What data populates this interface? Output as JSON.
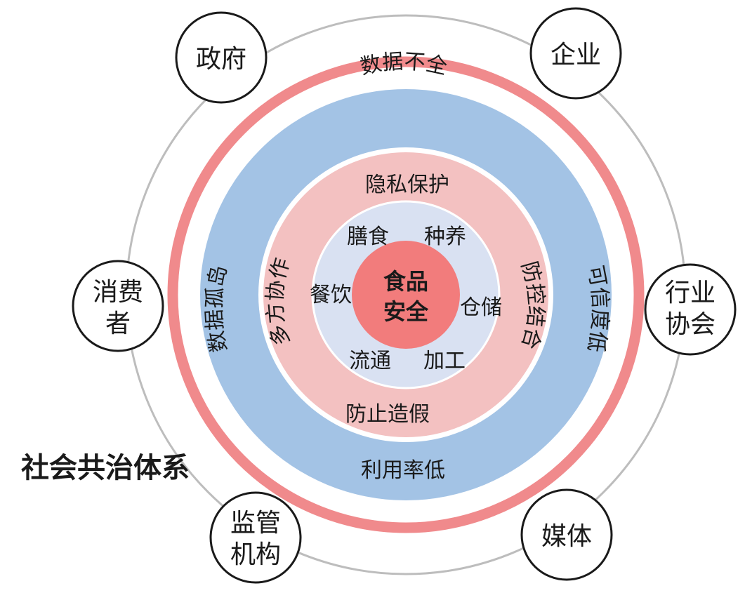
{
  "diagram": {
    "center": {
      "line1": "食品",
      "line2": "安全",
      "color": "#1f2a6b",
      "fill": "#f27c7c"
    },
    "inner_ring": {
      "fill": "#d9e1f2",
      "items": [
        "膳食",
        "种养",
        "餐饮",
        "仓储",
        "流通",
        "加工"
      ]
    },
    "pink_ring": {
      "fill": "#f3c1c1",
      "top": "隐私保护",
      "left": "多方协作",
      "right": "防控结合",
      "bottom": "防止造假"
    },
    "blue_ring": {
      "fill": "#a3c3e5",
      "top": "数据不全",
      "left": "数据孤岛",
      "right": "可信度低",
      "bottom": "利用率低"
    },
    "red_band_color": "#f08a8c",
    "system_label": {
      "text": "社会共治体系",
      "color": "#e81818"
    },
    "stakeholders": [
      {
        "id": "government",
        "line1": "政府",
        "line2": ""
      },
      {
        "id": "enterprise",
        "line1": "企业",
        "line2": ""
      },
      {
        "id": "consumer",
        "line1": "消费",
        "line2": "者"
      },
      {
        "id": "industry-association",
        "line1": "行业",
        "line2": "协会"
      },
      {
        "id": "regulator",
        "line1": "监管",
        "line2": "机构"
      },
      {
        "id": "media",
        "line1": "媒体",
        "line2": ""
      }
    ]
  }
}
